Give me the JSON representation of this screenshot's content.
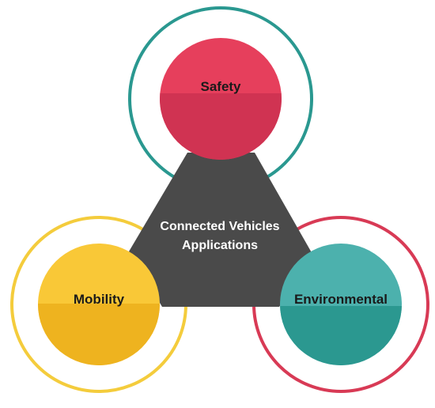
{
  "center": {
    "line1": "Connected Vehicles",
    "line2": "Applications",
    "color": "#4a4a4a",
    "text_color": "#ffffff"
  },
  "nodes": [
    {
      "id": "safety",
      "label": "Safety",
      "fill_top": "#e63f5c",
      "fill_bottom": "#d03352",
      "ring": "#2a9890",
      "text_color": "#1a1a1a"
    },
    {
      "id": "mobility",
      "label": "Mobility",
      "fill_top": "#f9c837",
      "fill_bottom": "#eeb31f",
      "ring": "#f4cc3c",
      "text_color": "#1a1a1a"
    },
    {
      "id": "environmental",
      "label": "Environmental",
      "fill_top": "#4cb1ad",
      "fill_bottom": "#2b9890",
      "ring": "#d83a55",
      "text_color": "#1a1a1a"
    }
  ]
}
